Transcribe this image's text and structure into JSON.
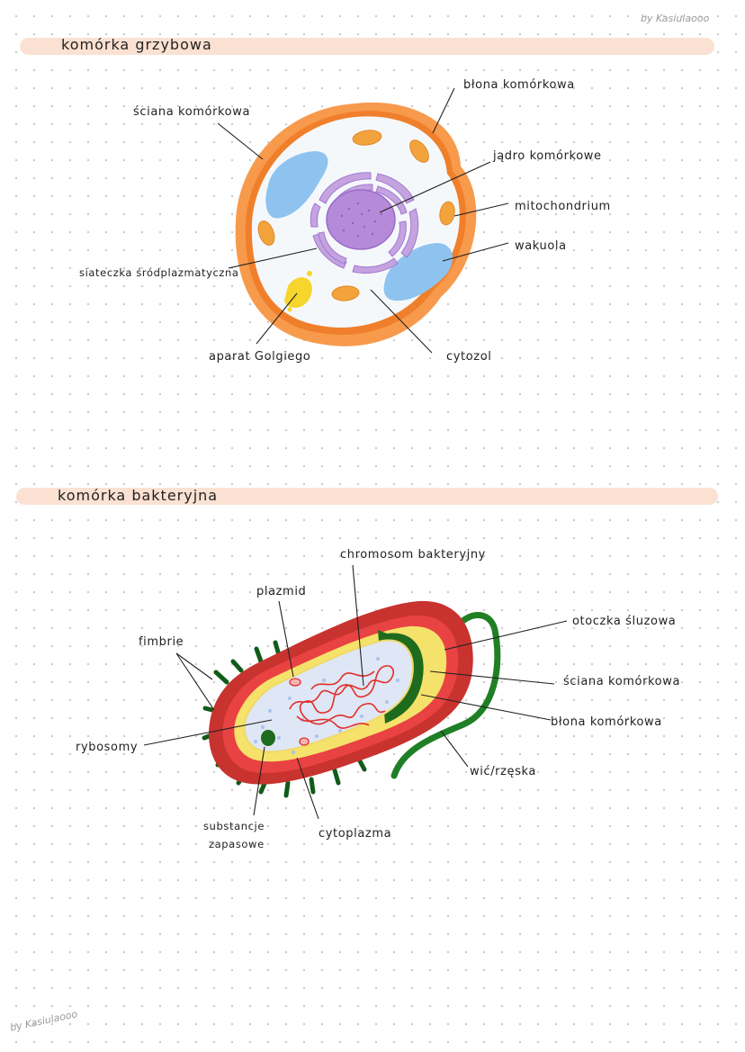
{
  "credits": {
    "top": "by Kasiulaooo",
    "bottom": "by Kasiulaooo"
  },
  "sections": {
    "fungal": {
      "title": "komórka grzybowa",
      "labels": {
        "cell_membrane": "błona komórkowa",
        "cell_wall": "ściana komórkowa",
        "nucleus": "jądro komórkowe",
        "mitochondrium": "mitochondrium",
        "vacuole": "wakuola",
        "er": "siateczka śródplazmatyczna",
        "golgi": "aparat Golgiego",
        "cytosol": "cytozol"
      }
    },
    "bacterial": {
      "title": "komórka bakteryjna",
      "labels": {
        "chromosome": "chromosom bakteryjny",
        "plasmid": "plazmid",
        "fimbriae": "fimbrie",
        "capsule": "otoczka śluzowa",
        "cell_wall": "ściana komórkowa",
        "cell_membrane": "błona komórkowa",
        "ribosomes": "rybosomy",
        "flagellum": "wić/rzęska",
        "storage_line1": "substancje",
        "storage_line2": "zapasowe",
        "cytoplasm": "cytoplazma"
      }
    }
  },
  "colors": {
    "fungal_wall": "#f79a4c",
    "fungal_membrane": "#f07f2b",
    "fungal_cytosol": "#f5f8fb",
    "vacuole": "#8fc3ef",
    "nucleus": "#b58ad9",
    "er": "#b48ad6",
    "mitochondrium": "#f2a33b",
    "golgi": "#f6d52c",
    "capsule": "#c8332f",
    "wall_red": "#e94242",
    "wall_yellow": "#f5e26a",
    "membrane_green": "#1f6b1d",
    "cytoplasm": "#dfe6f5",
    "chromosome": "#e0302b",
    "fimbriae": "#0f5b18",
    "flagellum": "#1f7f24",
    "banner": "#fbe1d2"
  }
}
